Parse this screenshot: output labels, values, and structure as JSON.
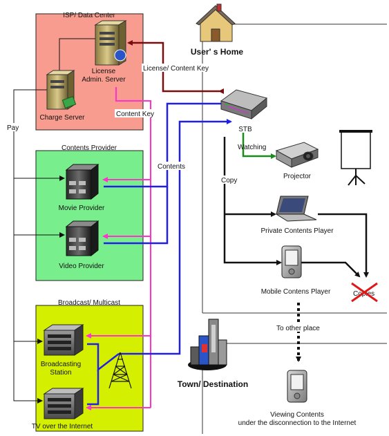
{
  "colors": {
    "isp_box": "#f79c8f",
    "provider_box": "#78ee8c",
    "broadcast_box": "#d4f000",
    "license_arrow": "#7a0d0d",
    "content_key_arrow": "#ff33cc",
    "contents_arrow": "#1f1fe6",
    "watching_arrow": "#1a8a1a",
    "copies_cross": "#e01818"
  },
  "regions": {
    "isp": {
      "title": "ISP/ Data Center"
    },
    "provider": {
      "title": "Contents Provider"
    },
    "broadcast": {
      "title": "Broadcast/ Multicast"
    },
    "home": {
      "title": "User' s Home"
    },
    "town": {
      "title": "Town/ Destination"
    }
  },
  "nodes": {
    "license_server": {
      "label_line1": "License",
      "label_line2": "Admin. Server",
      "icon": "server-tower-icon"
    },
    "charge_server": {
      "label": "Charge Server",
      "icon": "server-tower-icon"
    },
    "movie_provider": {
      "label": "Movie Provider",
      "icon": "server-rack-icon"
    },
    "video_provider": {
      "label": "Video Provider",
      "icon": "server-rack-icon"
    },
    "broadcasting_station": {
      "label_line1": "Broadcasting",
      "label_line2": "Station",
      "icon": "building-icon"
    },
    "tv_internet": {
      "label": "TV over the Internet",
      "icon": "building-icon"
    },
    "stb": {
      "label": "STB",
      "icon": "set-top-box-icon"
    },
    "projector": {
      "label": "Projector",
      "icon": "projector-icon"
    },
    "screen": {
      "icon": "projection-screen-icon"
    },
    "private_player": {
      "label": "Private Contents Player",
      "icon": "laptop-icon"
    },
    "mobile_player": {
      "label": "Mobile Contens Player",
      "icon": "pda-icon"
    },
    "viewing": {
      "label_line1": "Viewing Contents",
      "label_line2": "under the disconnection to the Internet",
      "icon": "pda-icon"
    },
    "house": {
      "icon": "house-icon"
    },
    "city": {
      "icon": "city-icon"
    },
    "antenna": {
      "icon": "antenna-tower-icon"
    }
  },
  "edges": {
    "pay": "Pay",
    "license_key": "License/ Content Key",
    "content_key": "Content Key",
    "contents": "Contents",
    "watching": "Watching",
    "copy": "Copy",
    "copies": "Copies",
    "to_other_place": "To other place"
  }
}
